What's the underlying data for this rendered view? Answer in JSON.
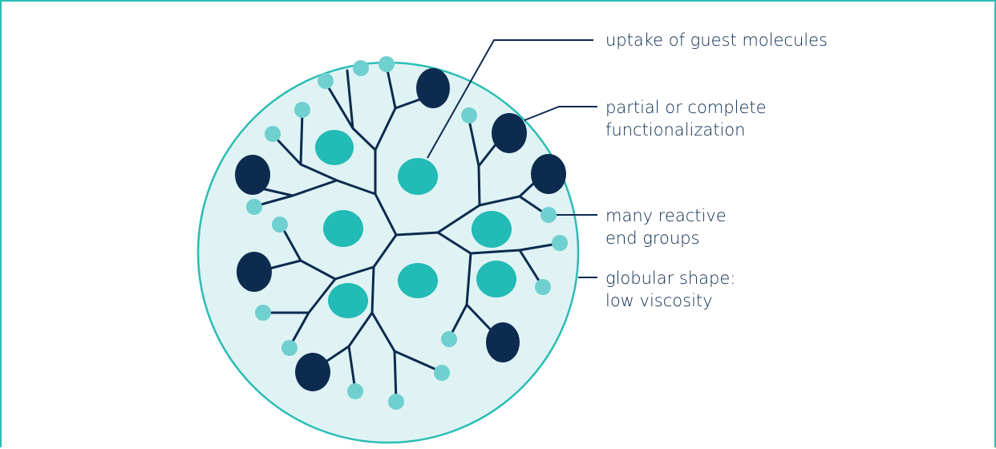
{
  "colors": {
    "frame": "#2bbdb5",
    "globe_fill": "#dff3f4",
    "globe_stroke": "#2bbdb5",
    "branch": "#0d2a4f",
    "guest_molecule": "#22bbb5",
    "functional_group": "#0d2a4f",
    "end_group": "#6fd0cf",
    "leader_line": "#0d2a4f",
    "text": "#0a2a4d"
  },
  "labels": {
    "uptake": "uptake of guest molecules",
    "functionalization_line1": "partial or complete",
    "functionalization_line2": "functionalization",
    "end_groups_line1": "many reactive",
    "end_groups_line2": "end groups",
    "globular_line1": "globular shape:",
    "globular_line2": "low viscosity"
  }
}
